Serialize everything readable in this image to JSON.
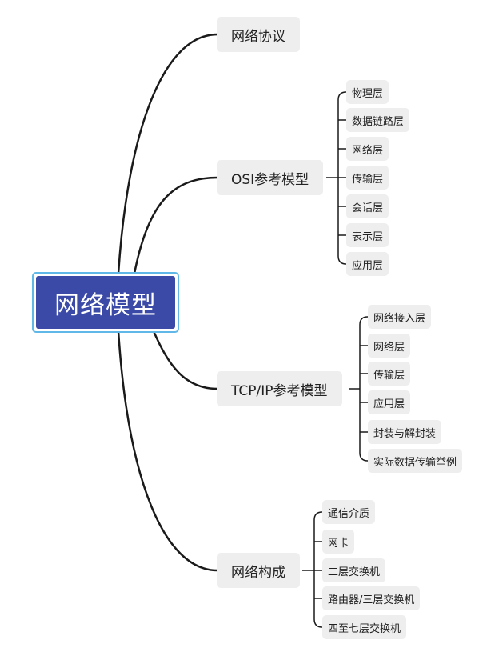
{
  "root": {
    "label": "网络模型"
  },
  "branches": [
    {
      "label": "网络协议",
      "children": []
    },
    {
      "label": "OSI参考模型",
      "children": [
        "物理层",
        "数据链路层",
        "网络层",
        "传输层",
        "会话层",
        "表示层",
        "应用层"
      ]
    },
    {
      "label": "TCP/IP参考模型",
      "children": [
        "网络接入层",
        "网络层",
        "传输层",
        "应用层",
        "封装与解封装",
        "实际数据传输举例"
      ]
    },
    {
      "label": "网络构成",
      "children": [
        "通信介质",
        "网卡",
        "二层交换机",
        "路由器/三层交换机",
        "四至七层交换机"
      ]
    }
  ],
  "colors": {
    "root_fill": "#3a4aa6",
    "root_border": "#5fb8e8",
    "node_fill": "#eeeeee",
    "line": "#1a1a1a"
  }
}
